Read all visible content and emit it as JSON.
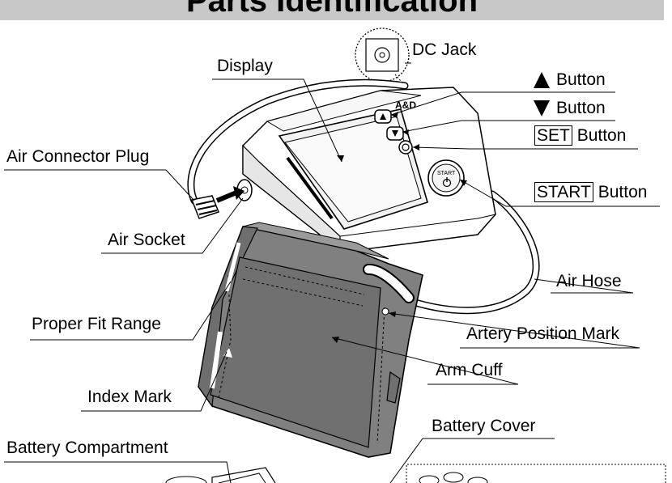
{
  "title": "Parts Identification",
  "labels": {
    "display": "Display",
    "dc_jack": "DC Jack",
    "up_button": "Button",
    "down_button": "Button",
    "set_button_key": "SET",
    "set_button_word": "Button",
    "start_button_key": "START",
    "start_button_word": "Button",
    "air_connector_plug": "Air Connector Plug",
    "air_socket": "Air Socket",
    "air_hose": "Air Hose",
    "proper_fit_range": "Proper Fit Range",
    "artery_position_mark": "Artery Position Mark",
    "arm_cuff": "Arm Cuff",
    "index_mark": "Index Mark",
    "battery_cover": "Battery Cover",
    "battery_compartment": "Battery Compartment"
  },
  "device": {
    "brand": "A&D",
    "start_key_text": "START"
  },
  "icons": {
    "up_button_glyph": "up-triangle",
    "down_button_glyph": "down-triangle",
    "start_glyph": "power-symbol"
  },
  "colors": {
    "title_bar": "#c8c8c8",
    "cuff": "#808080",
    "cuff_dark": "#6e6e6e",
    "line": "#000000",
    "device_body": "#ffffff",
    "display_screen": "#f2f2f2"
  }
}
